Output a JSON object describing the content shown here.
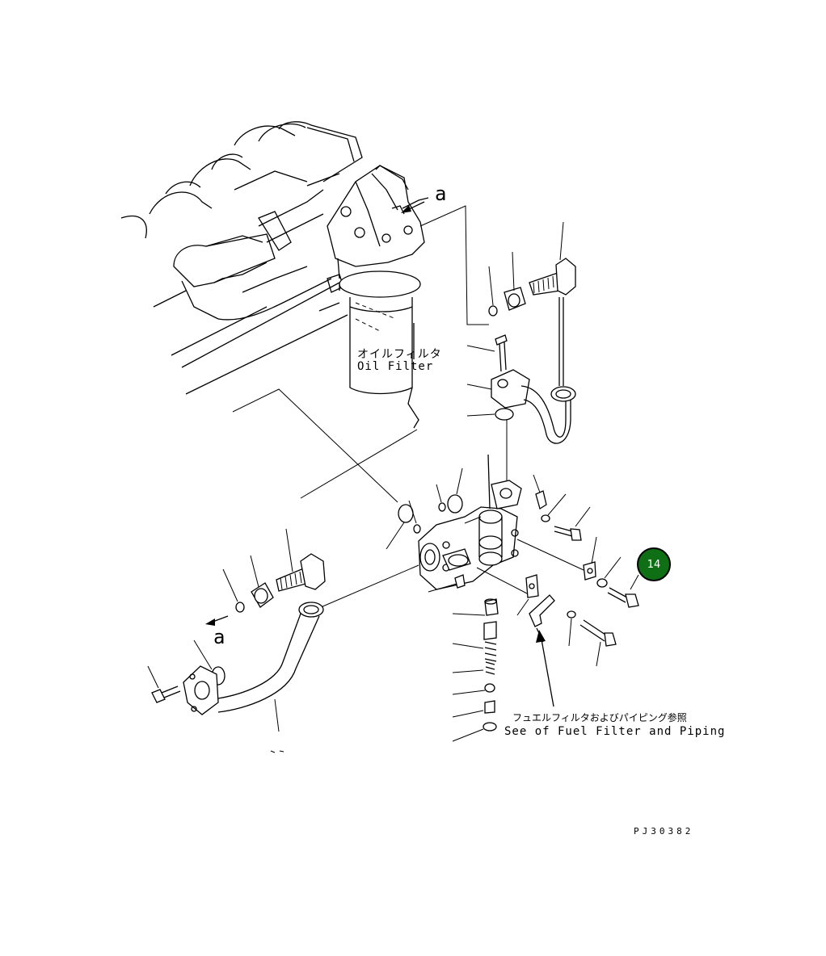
{
  "labels": {
    "oil_filter_jp": "オイルフィルタ",
    "oil_filter_en": "Oil Filter",
    "detail_a_top": "a",
    "detail_a_bottom": "a",
    "fuel_ref_jp": "フュエルフィルタおよびパイピング参照",
    "fuel_ref_en": "See of Fuel Filter and Piping",
    "drawing_number": "PJ30382"
  },
  "callouts": [
    {
      "number": "14",
      "color": "#0f6f15"
    }
  ]
}
